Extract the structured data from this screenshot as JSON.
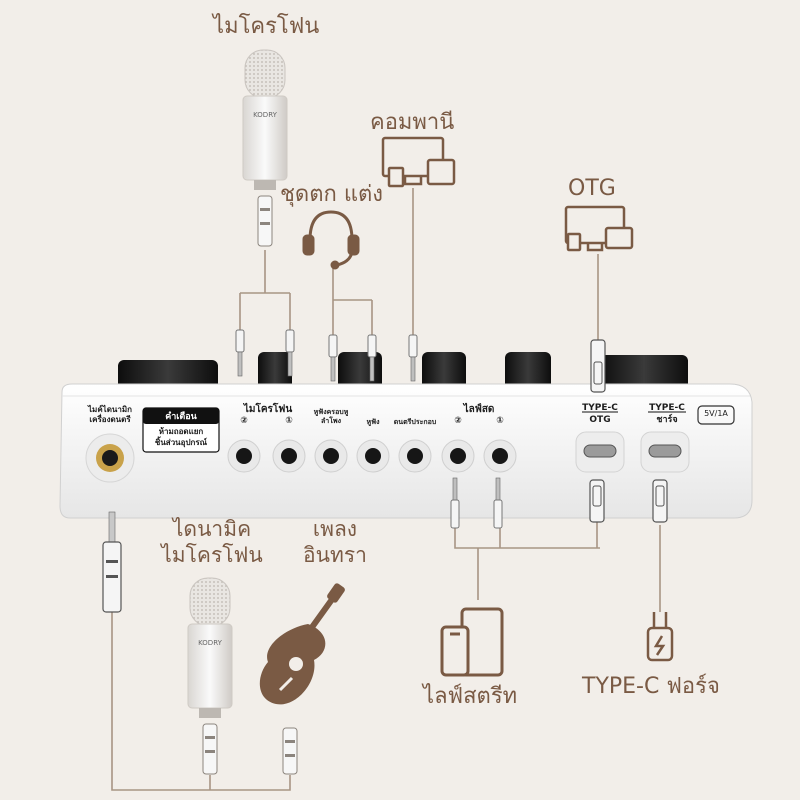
{
  "callouts": {
    "top_mic": "ไมโครโฟน",
    "headset": "ชุดตก แต่ง",
    "computer": "คอมพานี",
    "otg": "OTG",
    "dynamic_mic_line1": "ไดนามิค",
    "dynamic_mic_line2": "ไมโครโฟน",
    "instrument_line1": "เพลง",
    "instrument_line2": "อินทรา",
    "livestream": "ไลฟ์สตรีท",
    "typec_charge": "TYPE-C ฟอร์จ"
  },
  "device": {
    "left_label_line1": "ไมค์ไดนามิก",
    "left_label_line2": "เครื่องดนตรี",
    "warning_title": "คำเตือน",
    "warning_line1": "ห้ามถอดแยก",
    "warning_line2": "ชิ้นส่วนอุปกรณ์",
    "mic_group": "ไมโครโฟน",
    "mic_2": "②",
    "mic_1": "①",
    "headphone_speaker_line1": "หูฟังครอบหู",
    "headphone_speaker_line2": "ลำโพง",
    "earphone": "หูฟัง",
    "accompaniment": "ดนตรีประกอบ",
    "live_group": "ไลฟ์สด",
    "live_2": "②",
    "live_1": "①",
    "typec_otg_line1": "TYPE-C",
    "typec_otg_line2": "OTG",
    "typec_charge_line1": "TYPE-C",
    "typec_charge_line2": "ชาร์จ",
    "power_spec": "5V/1A"
  },
  "brand": "KODRY",
  "colors": {
    "background": "#f2eee9",
    "line": "#a89584",
    "label": "#7a5a44",
    "device_body": "#f4f4f4",
    "knob": "#1b1b1b"
  },
  "icons": [
    "condenser-mic-icon",
    "headset-icon",
    "monitor-devices-icon",
    "monitor-phone-icon",
    "guitar-icon",
    "tablet-phone-icon",
    "charger-plug-icon",
    "jack-plug-icon",
    "usb-c-plug-icon",
    "xlr-plug-icon"
  ]
}
